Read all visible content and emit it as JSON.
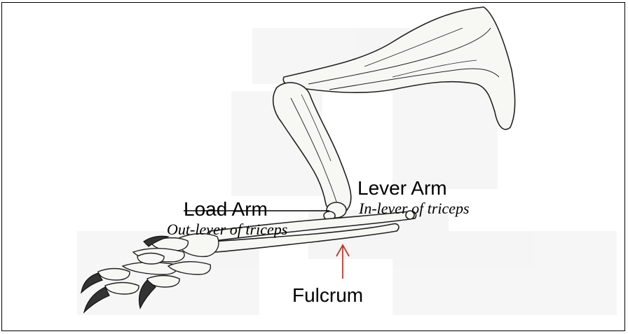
{
  "labels": {
    "load_arm": "Load Arm",
    "load_arm_sub": "Out-lever of triceps",
    "lever_arm": "Lever Arm",
    "lever_arm_sub": "In-lever of triceps",
    "fulcrum": "Fulcrum"
  },
  "colors": {
    "bone_stroke": "#222222",
    "bone_fill": "#f7f7f4",
    "claw_fill": "#333333",
    "paper_smudge": "#ececec",
    "fulcrum_arrow": "#c0392b",
    "frame_border": "#000000"
  }
}
